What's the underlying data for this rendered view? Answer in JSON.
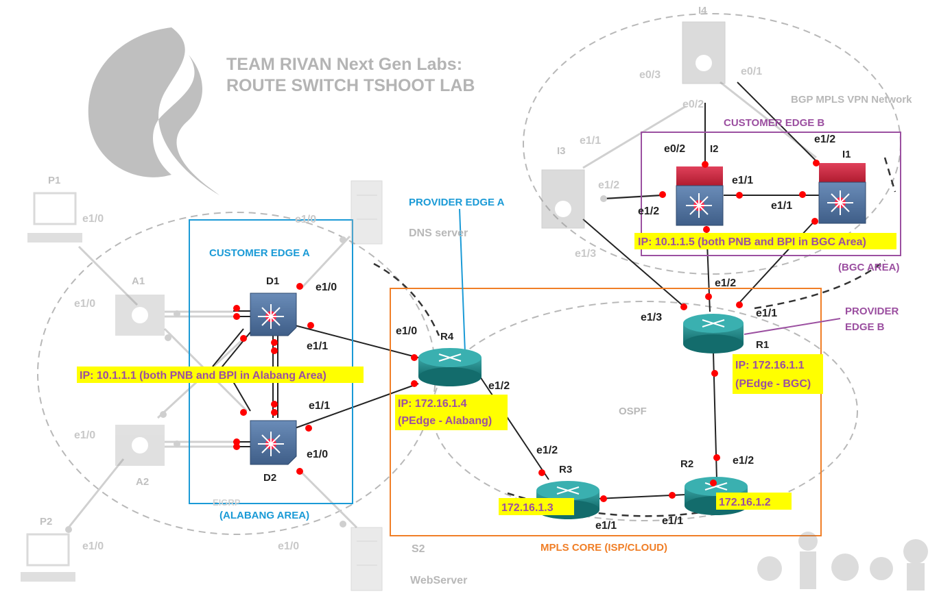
{
  "title": {
    "line1": "TEAM RIVAN Next Gen Labs:",
    "line2": "ROUTE SWITCH TSHOOT LAB"
  },
  "labels": {
    "bgp_network": "BGP MPLS VPN Network",
    "customer_edge_b": "CUSTOMER EDGE B",
    "customer_edge_a": "CUSTOMER EDGE A",
    "provider_edge_a": "PROVIDER EDGE A",
    "provider_edge_b_1": "PROVIDER",
    "provider_edge_b_2": "EDGE B",
    "bgc_area": "(BGC AREA)",
    "alabang_area": "(ALABANG AREA)",
    "mpls_core": "MPLS CORE (ISP/CLOUD)",
    "ospf": "OSPF",
    "eigrp": "EIGRP",
    "dns_server": "DNS server",
    "webserver": "WebServer"
  },
  "ip_boxes": {
    "ce_b": "IP: 10.1.1.5 (both PNB and BPI in BGC Area)",
    "ce_a": "IP: 10.1.1.1 (both PNB and BPI in Alabang Area)",
    "r4_line1": "IP: 172.16.1.4",
    "r4_line2": "(PEdge - Alabang)",
    "r1_line1": "IP: 172.16.1.1",
    "r1_line2": "(PEdge - BGC)",
    "r3": "172.16.1.3",
    "r2": "172.16.1.2"
  },
  "devices": {
    "i4": "I4",
    "i3": "I3",
    "i2": "I2",
    "i1": "I1",
    "d1": "D1",
    "d2": "D2",
    "a1": "A1",
    "a2": "A2",
    "p1": "P1",
    "p2": "P2",
    "s2": "S2",
    "r1": "R1",
    "r2": "R2",
    "r3": "R3",
    "r4": "R4"
  },
  "interfaces": {
    "i4_e03": "e0/3",
    "i4_e01": "e0/1",
    "i4_e02": "e0/2",
    "i3_e11": "e1/1",
    "i3_e12": "e1/2",
    "i3_e13": "e1/3",
    "i2_e02": "e0/2",
    "i2_e11": "e1/1",
    "i2_e12": "e1/2",
    "i1_e12": "e1/2",
    "i1_e11": "e1/1",
    "r1_e12": "e1/2",
    "r1_e13": "e1/3",
    "r1_e11": "e1/1",
    "r2_e12": "e1/2",
    "r2_e11": "e1/1",
    "r3_e12": "e1/2",
    "r3_e11": "e1/1",
    "r4_e10": "e1/0",
    "r4_e12": "e1/2",
    "d1_e10": "e1/0",
    "d1_e11": "e1/1",
    "d2_e11": "e1/1",
    "d2_e10": "e1/0",
    "p1_e10": "e1/0",
    "a1_e10": "e1/0",
    "a2_e10": "e1/0",
    "p2_e10": "e1/0",
    "dns_e10": "e1/0",
    "s2_e10": "e1/0"
  },
  "colors": {
    "blue_box": "#1a9ad6",
    "purple_box": "#9b4fa0",
    "orange_box": "#f07e26",
    "ip_highlight": "#ffff00",
    "link_dot": "#ff0000",
    "router": "#1d8a8a",
    "switch_l3": "#4c6e9a",
    "switch_red": "#c8283c"
  }
}
